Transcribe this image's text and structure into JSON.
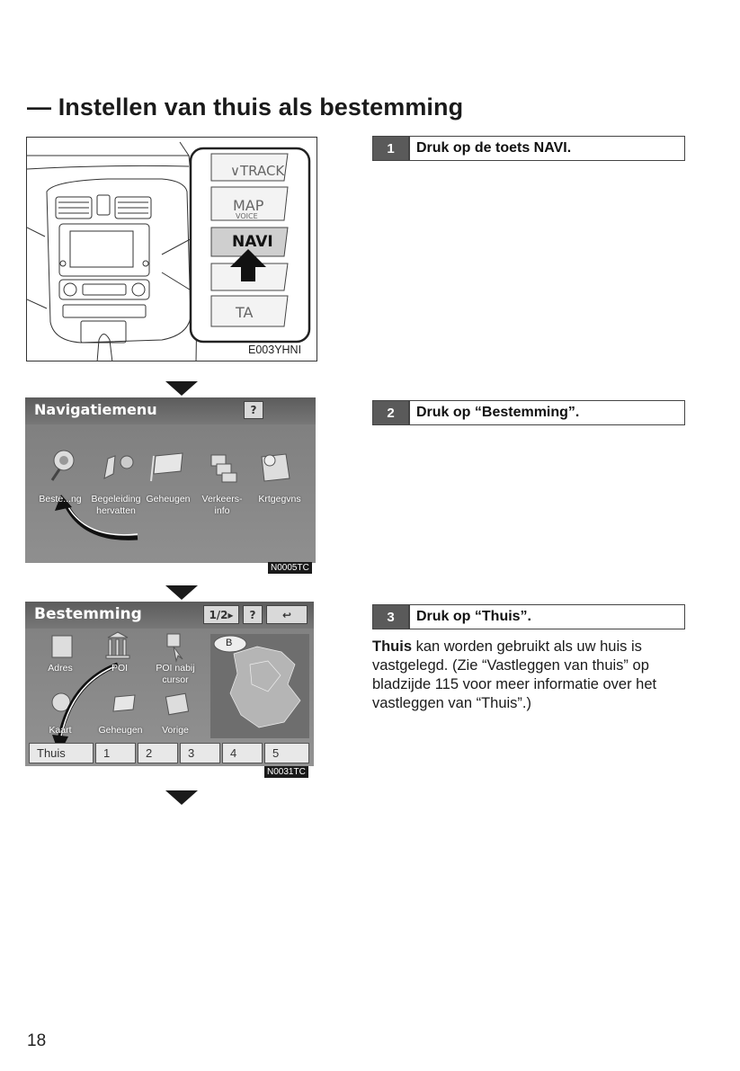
{
  "page": {
    "title": "— Instellen van thuis als bestemming",
    "page_number": "18"
  },
  "steps": [
    {
      "number": "1",
      "text": "Druk op de toets NAVI."
    },
    {
      "number": "2",
      "text": "Druk op “Bestemming”."
    },
    {
      "number": "3",
      "text": "Druk op “Thuis”."
    }
  ],
  "step3_note": {
    "bold": "Thuis",
    "rest": " kan worden gebruikt als uw huis is vastgelegd. (Zie “Vastleggen van thuis” op bladzijde 115 voor meer informatie over het vastleggen van “Thuis”.)"
  },
  "figure1": {
    "code": "E003YHNI",
    "buttons": [
      "∨TRACK",
      "MAP",
      "VOICE",
      "NAVI",
      "TA"
    ]
  },
  "figure2": {
    "code": "N0005TC",
    "title": "Navigatiemenu",
    "help": "?",
    "items": [
      "Beste...ng",
      "Begeleiding hervatten",
      "Geheugen",
      "Verkeers-info",
      "Krtgegvns"
    ]
  },
  "figure3": {
    "code": "N0031TC",
    "title": "Bestemming",
    "page_btn": "1/2▸",
    "help": "?",
    "back": "↩",
    "map_badge": "B",
    "items": [
      "Adres",
      "POI",
      "POI nabij cursor",
      "Kaart",
      "Geheugen",
      "Vorige"
    ],
    "presets": [
      "Thuis",
      "1",
      "2",
      "3",
      "4",
      "5"
    ]
  },
  "colors": {
    "step_number_bg": "#5a5a5a",
    "screen_bg": "#8a8a8a",
    "screen_header": "#6f6f6f"
  }
}
